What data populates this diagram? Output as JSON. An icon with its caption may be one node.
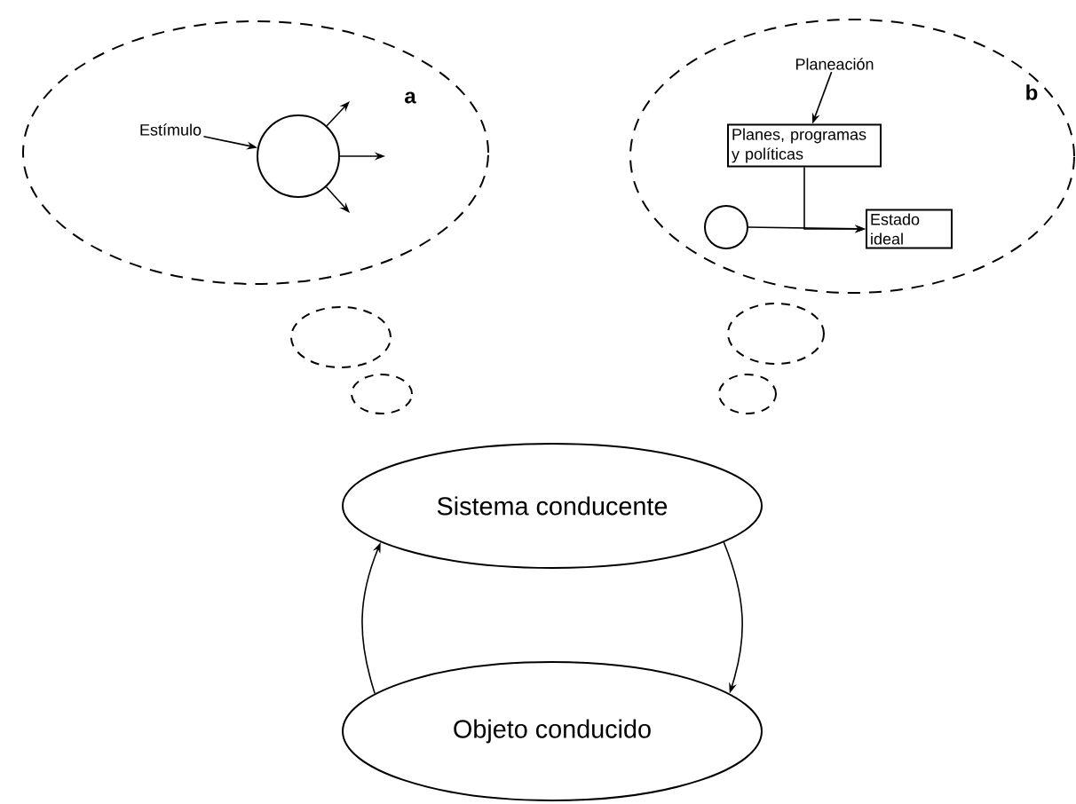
{
  "diagram": {
    "nodes": [
      {
        "text": [
          "a"
        ]
      },
      {
        "text": [
          "Estímulo"
        ],
        "in": 0
      },
      {
        "text": [],
        "shape": "circle",
        "in": 0
      },
      {
        "text": [
          "b"
        ]
      },
      {
        "text": [
          "Planeación"
        ],
        "in": 3
      },
      {
        "text": [
          "Planes, programas y políticas"
        ],
        "in": 3
      },
      {
        "text": [],
        "shape": "circle",
        "in": 3
      },
      {
        "text": [
          "Estado ideal"
        ],
        "in": 3
      },
      {
        "text": [],
        "shape": "cloud"
      },
      {
        "text": [],
        "shape": "cloud"
      },
      {
        "text": [],
        "shape": "cloud"
      },
      {
        "text": [],
        "shape": "cloud"
      },
      {
        "text": [
          "Sistema conducente"
        ]
      },
      {
        "text": [
          "Objeto conducido"
        ]
      }
    ],
    "edges": [
      {
        "from": 1,
        "to": 2,
        "arrow": "to"
      },
      {
        "from": 2,
        "to": null,
        "arrow": "to"
      },
      {
        "from": 2,
        "to": null,
        "arrow": "to"
      },
      {
        "from": 2,
        "to": null,
        "arrow": "to"
      },
      {
        "from": 4,
        "to": 5,
        "arrow": "to"
      },
      {
        "from": 6,
        "to": 7,
        "arrow": "to"
      },
      {
        "from": 5,
        "to": 7,
        "arrow": "to"
      },
      {
        "from": 13,
        "to": 12,
        "arrow": "to"
      },
      {
        "from": 12,
        "to": 13,
        "arrow": "to"
      }
    ]
  }
}
